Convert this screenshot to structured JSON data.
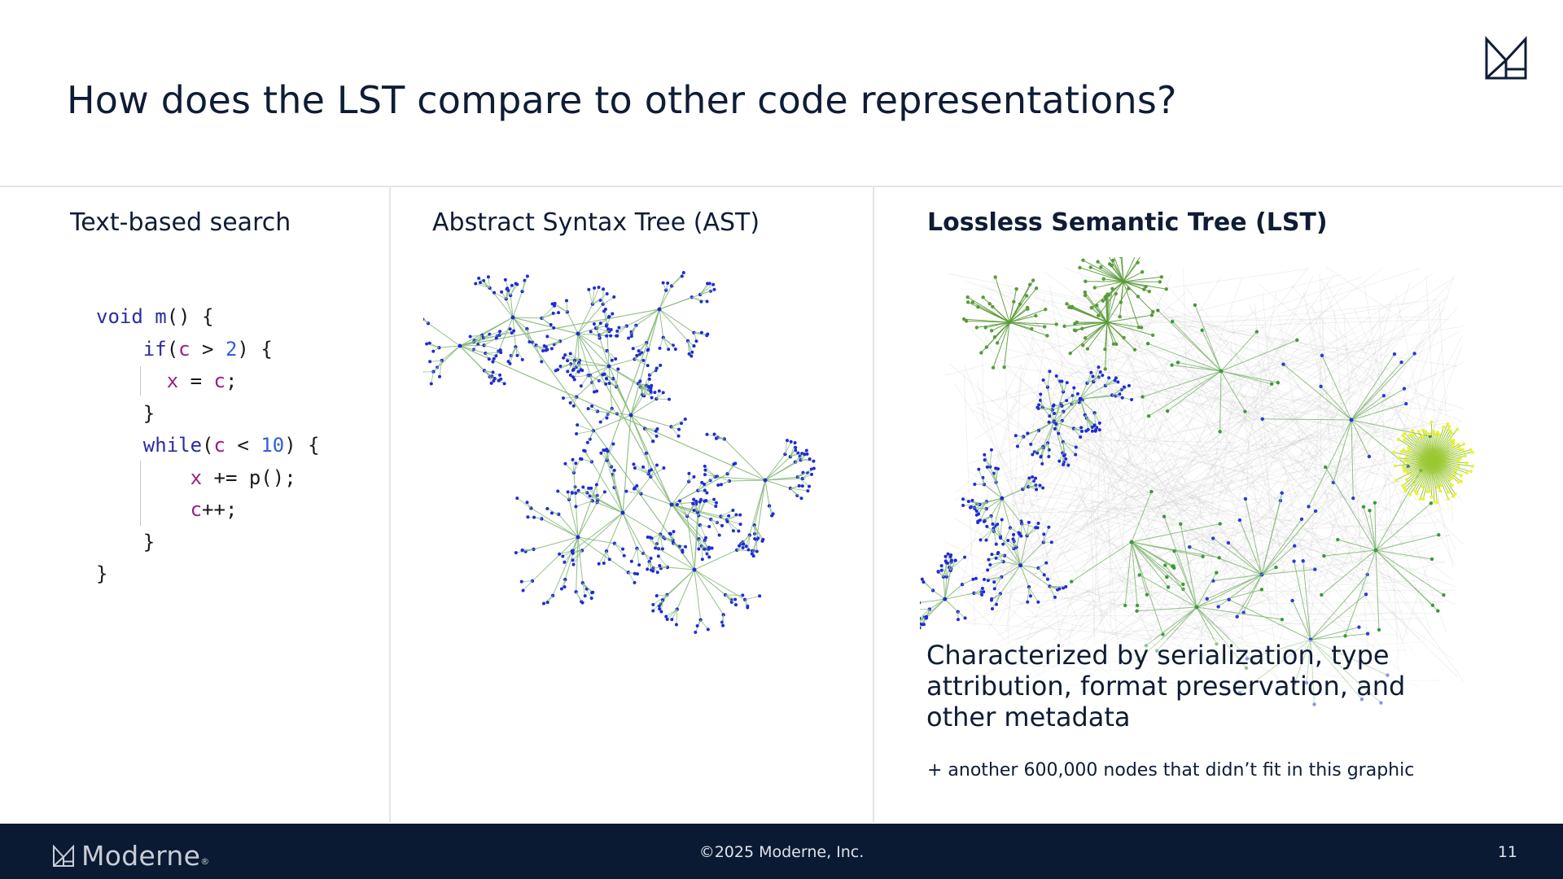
{
  "title": "How does the LST compare to other code representations?",
  "columns": [
    {
      "heading": "Text-based search"
    },
    {
      "heading": "Abstract Syntax Tree (AST)"
    },
    {
      "heading": "Lossless Semantic Tree (LST)"
    }
  ],
  "code_lines": [
    "void m() {",
    "    if(c > 2) {",
    "      x = c;",
    "    }",
    "    while(c < 10) {",
    "        x += p();",
    "        c++;",
    "    }",
    "}"
  ],
  "lst_description": "Characterized by serialization, type attribution, format preservation, and other metadata",
  "lst_footnote": "+ another 600,000 nodes that didn’t fit in this graphic",
  "footer": {
    "brand": "Moderne",
    "trademark": "®",
    "copyright": "©2025 Moderne, Inc.",
    "page_number": "11"
  },
  "colors": {
    "navy": "#0b1a33",
    "ast_node": "#1f2bd6",
    "ast_edge": "#86b97a",
    "lst_edge_gray": "#c9c9c9",
    "lst_cluster": "#9bc832",
    "lst_highlight": "#e9f23a"
  },
  "icons": [
    "moderne-logo-icon"
  ]
}
